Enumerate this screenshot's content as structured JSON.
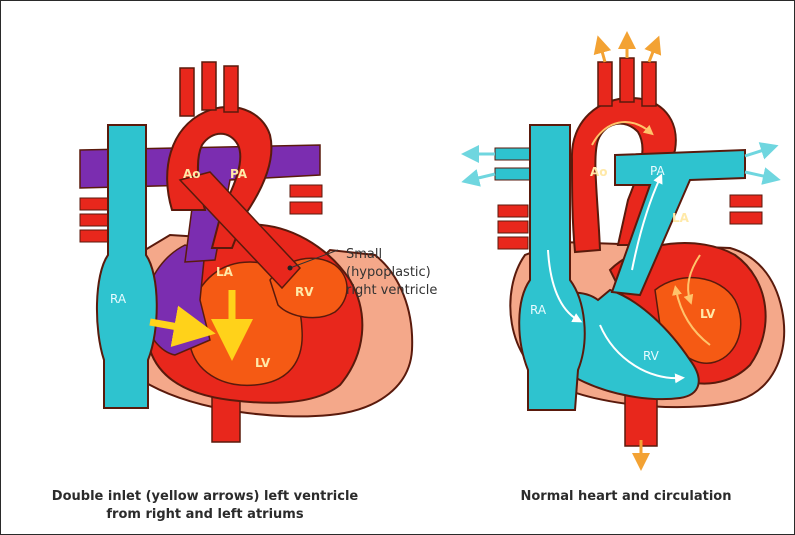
{
  "left_diagram": {
    "labels": {
      "ao": "Ao",
      "pa": "PA",
      "la": "LA",
      "rv": "RV",
      "lv": "LV",
      "ra": "RA"
    },
    "annotation": {
      "line1": "Small",
      "line2": "(hypoplastic)",
      "line3": "right ventricle"
    },
    "caption": {
      "line1": "Double inlet (yellow arrows) left ventricle",
      "line2": "from right and left atriums"
    }
  },
  "right_diagram": {
    "labels": {
      "ao": "Ao",
      "pa": "PA",
      "la": "LA",
      "lv": "LV",
      "ra": "RA",
      "rv": "RV"
    },
    "caption": "Normal heart and circulation"
  },
  "colors": {
    "oxygenated": "#e8271c",
    "deoxygenated_left": "#7b2db0",
    "deoxygenated_right": "#2ec3cf",
    "pericardium": "#f4a88a",
    "outline": "#5a1a0c",
    "arrow_yellow": "#ffd21a",
    "arrow_orange": "#f3a233"
  }
}
